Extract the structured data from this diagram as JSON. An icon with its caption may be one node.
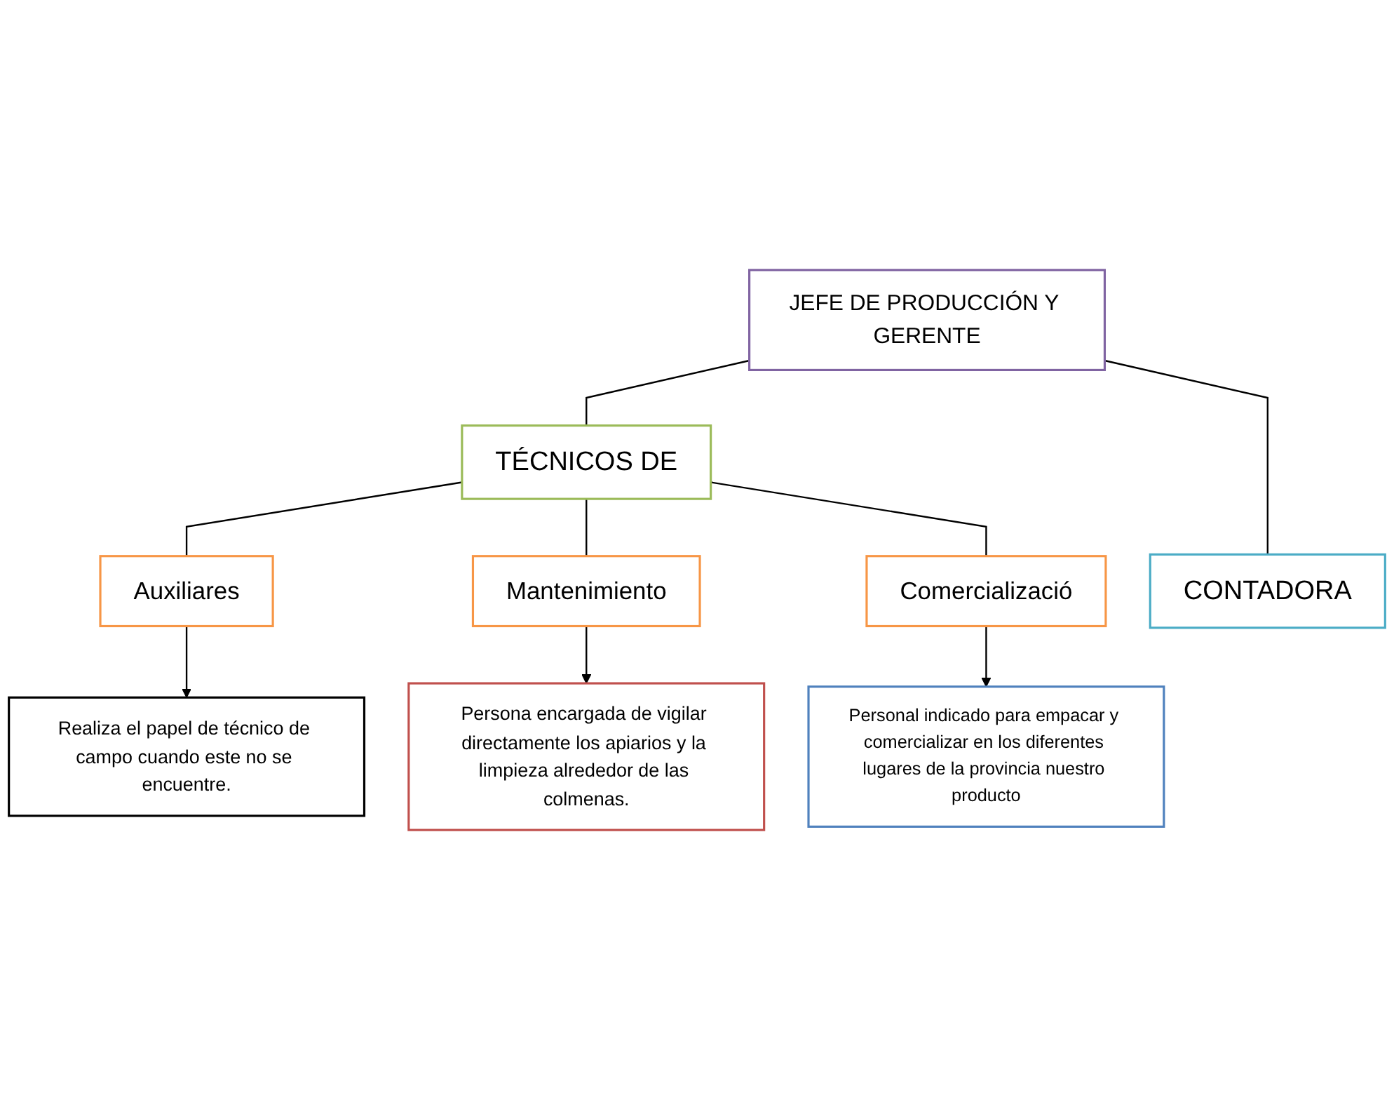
{
  "diagram": {
    "nodes": [
      {
        "text": [
          "JEFE DE PRODUCCIÓN Y GERENTE"
        ]
      },
      {
        "text": [
          "CONTADORA"
        ]
      },
      {
        "text": [
          "TÉCNICOS DE"
        ]
      },
      {
        "text": [
          "Auxiliares"
        ]
      },
      {
        "text": [
          "Mantenimiento"
        ]
      },
      {
        "text": [
          "Comercializació"
        ]
      },
      {
        "text": [
          "Realiza el papel de técnico de campo cuando este no se encuentre."
        ]
      },
      {
        "text": [
          "Persona encargada de vigilar directamente los apiarios y la limpieza alrededor de las colmenas."
        ]
      },
      {
        "text": [
          "Personal indicado para empacar y comercializar en los diferentes lugares de la provincia nuestro producto"
        ]
      }
    ],
    "edges": [
      {
        "from": 0,
        "to": 2,
        "arrow": "none"
      },
      {
        "from": 0,
        "to": 1,
        "arrow": "none"
      },
      {
        "from": 2,
        "to": 3,
        "arrow": "none"
      },
      {
        "from": 2,
        "to": 4,
        "arrow": "none"
      },
      {
        "from": 2,
        "to": 5,
        "arrow": "none"
      },
      {
        "from": 3,
        "to": 6,
        "arrow": "to"
      },
      {
        "from": 4,
        "to": 7,
        "arrow": "to"
      },
      {
        "from": 5,
        "to": 8,
        "arrow": "to"
      }
    ]
  }
}
